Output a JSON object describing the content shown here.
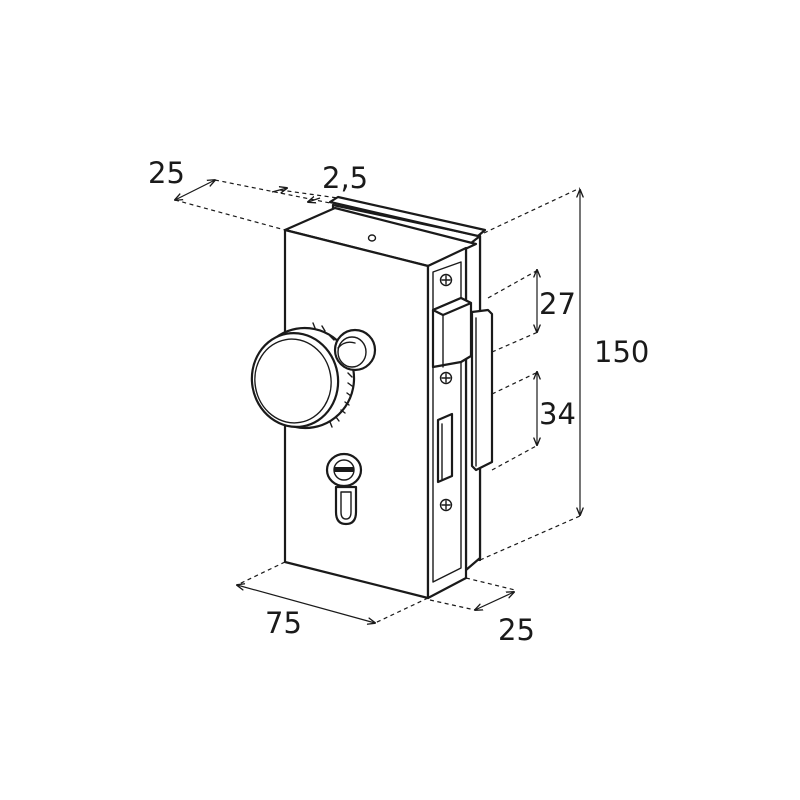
{
  "dimensions": {
    "faceplate_thickness": "25",
    "gap": "2,5",
    "bolt_spacing_top": "27",
    "bolt_spacing_bottom": "34",
    "total_height": "150",
    "backset_width": "75",
    "depth": "25"
  },
  "icons": [
    "knob-icon",
    "thumbturn-icon",
    "cylinder-icon",
    "screw-icon",
    "latch-icon",
    "deadbolt-slot-icon"
  ]
}
